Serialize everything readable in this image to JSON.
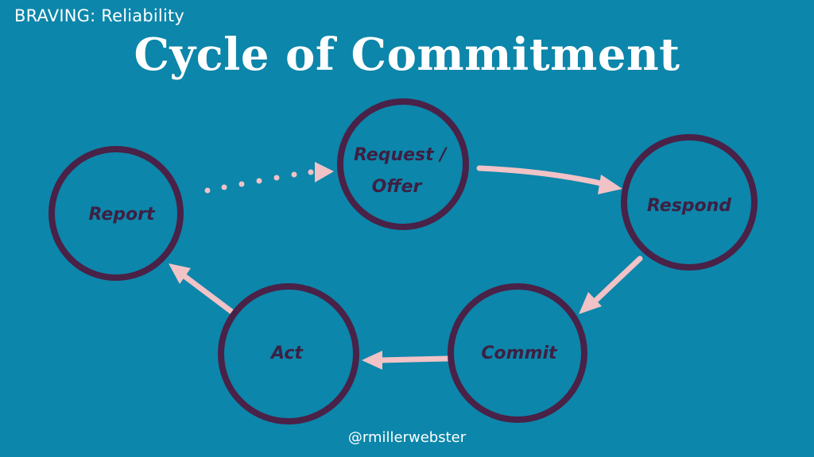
{
  "slide": {
    "kicker": "BRAVING: Reliability",
    "title": "Cycle of Commitment",
    "footer": "@rmillerwebster"
  },
  "diagram": {
    "nodes": [
      {
        "id": "request",
        "label_lines": [
          "Request /",
          "Offer"
        ]
      },
      {
        "id": "respond",
        "label_lines": [
          "Respond"
        ]
      },
      {
        "id": "commit",
        "label_lines": [
          "Commit"
        ]
      },
      {
        "id": "act",
        "label_lines": [
          "Act"
        ]
      },
      {
        "id": "report",
        "label_lines": [
          "Report"
        ]
      }
    ],
    "edges": [
      {
        "from": "request",
        "to": "respond",
        "style": "solid"
      },
      {
        "from": "respond",
        "to": "commit",
        "style": "solid"
      },
      {
        "from": "commit",
        "to": "act",
        "style": "solid"
      },
      {
        "from": "act",
        "to": "report",
        "style": "solid"
      },
      {
        "from": "report",
        "to": "request",
        "style": "dotted"
      }
    ]
  },
  "colors": {
    "background": "#0c86aa",
    "node_stroke": "#4a2147",
    "node_fill": "#0c86aa",
    "arrow": "#f1c2c6",
    "label": "#3d2043"
  }
}
